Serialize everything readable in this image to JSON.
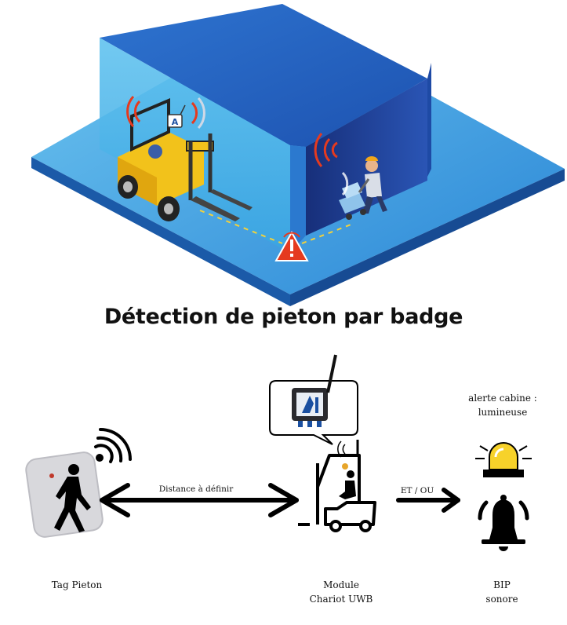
{
  "title": "Détection de pieton par badge",
  "scene": {
    "badge_logo_letter": "A"
  },
  "diagram": {
    "distance_label": "Distance à définir",
    "and_or_label": "ET / OU",
    "alert_label_line1": "alerte cabine :",
    "alert_label_line2": "lumineuse",
    "tag_label": "Tag Pieton",
    "module_label_line1": "Module",
    "module_label_line2": "Chariot UWB",
    "bip_label_line1": "BIP",
    "bip_label_line2": "sonore"
  },
  "colors": {
    "floor_light": "#4fb3e6",
    "floor_dark": "#1f6fc4",
    "wall_dark": "#1d3f9a",
    "forklift_yellow": "#f2c21b",
    "warning_red": "#e53a1f",
    "alert_yellow": "#f7d22a"
  }
}
